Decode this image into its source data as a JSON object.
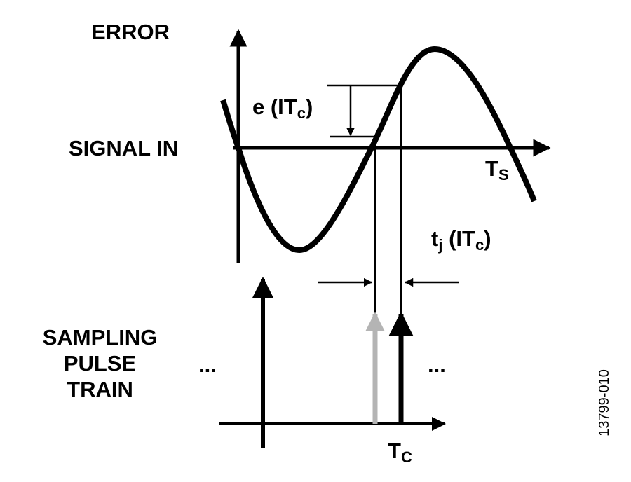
{
  "labels": {
    "error": "ERROR",
    "signal_in": "SIGNAL IN",
    "error_measure": {
      "main": "e (IT",
      "sub": "c",
      "end": ")"
    },
    "ts": {
      "main": "T",
      "sub": "S"
    },
    "jitter": {
      "main": "t",
      "sub": "j",
      "mid": " (IT",
      "sub2": "c",
      "end": ")"
    },
    "sampling_line1": "SAMPLING",
    "sampling_line2": "PULSE",
    "sampling_line3": "TRAIN",
    "ellipsis_left": "...",
    "ellipsis_right": "...",
    "tc": {
      "main": "T",
      "sub": "C"
    },
    "figure_id": "13799-010"
  },
  "colors": {
    "ink": "#000000",
    "ideal_pulse": "#b4b4b4"
  }
}
